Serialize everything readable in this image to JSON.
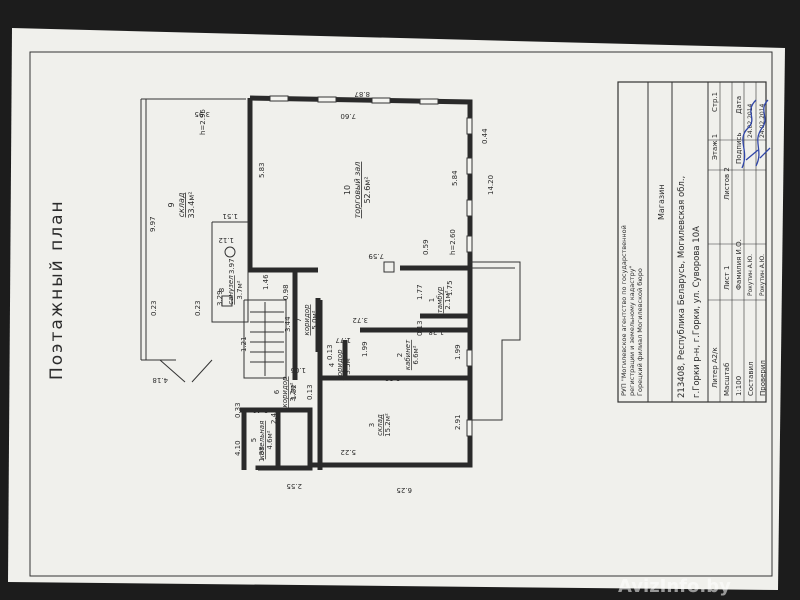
{
  "sheet": {
    "title": "Поэтажный план",
    "watermark": "AvizInfo.by",
    "colors": {
      "paper": "#f0f0ec",
      "ink": "#2b2b2b",
      "stamp": "#3046a8",
      "background": "#1c1c1c"
    }
  },
  "stamp": {
    "org": [
      "РУП \"Могилевское агентство по государственной",
      "регистрации и земельному кадастру\"",
      "Горецкий филиал Могилевской бюро"
    ],
    "object": "Магазин",
    "address": [
      "213408, Республика Беларусь, Могилевская обл.,",
      "г.Горки р-н, г.Горки, ул. Суворова 10А"
    ],
    "litera": "Литер А2/к",
    "floor": "Этаж 1",
    "sheet": "Стр.1",
    "scale_label": "Масштаб",
    "scale": "1:100",
    "sheet_no": "Лист 1",
    "sheets": "Листов 2",
    "header_surname": "Фамилия И.О.",
    "header_sign": "Подпись",
    "header_date": "Дата",
    "compiled": "Составил",
    "compiled_name": "Рокутин А.Ю.",
    "compiled_date": "24.02.2014",
    "checked": "Проверил",
    "checked_name": "Рокутин А.Ю.",
    "checked_date": "24.02.2014"
  },
  "rooms": [
    {
      "no": "1",
      "name": "тамбур",
      "area": "2.1м²"
    },
    {
      "no": "2",
      "name": "кабинет",
      "area": "6.6м²"
    },
    {
      "no": "3",
      "name": "склад",
      "area": "15.2м²"
    },
    {
      "no": "4",
      "name": "коридор",
      "area": "3.5м²"
    },
    {
      "no": "5",
      "name": "котельная",
      "area": "4.6м²"
    },
    {
      "no": "6",
      "name": "коридор",
      "area": "3.2м²"
    },
    {
      "no": "7",
      "name": "коридор",
      "area": "5.0м²"
    },
    {
      "no": "8",
      "name": "санузел",
      "area": "3.7м²"
    },
    {
      "no": "9",
      "name": "склад",
      "area": "33.4м²"
    },
    {
      "no": "10",
      "name": "торговый зал",
      "area": "52.6м²"
    }
  ],
  "heights": [
    "h=2.96",
    "h=2.60"
  ],
  "dims": {
    "d887": "8.87",
    "d760": "7.60",
    "d583": "5.83",
    "d584": "5.84",
    "d1420": "14.20",
    "d044": "0.44",
    "d759": "7.59",
    "d059": "0.59",
    "d372": "3.72",
    "d177a": "1.77",
    "d128": "1.28",
    "d175": "1.75",
    "d013a": "0.13",
    "d177b": "1.77",
    "d013b": "0.13",
    "d199a": "1.99",
    "d199b": "1.99",
    "d332": "3.32",
    "d291": "2.91",
    "d522": "5.22",
    "d625": "6.25",
    "d255": "2.55",
    "d105": "1.05",
    "d013c": "0.13",
    "d132": "1.32",
    "d245": "2.45",
    "d240": "2.40",
    "d033": "0.33",
    "d410": "4.10",
    "d188": "1.88",
    "d121": "1.21",
    "d344": "3.44",
    "d098": "0.98",
    "d146": "1.46",
    "d329": "3.29",
    "d397": "3.97",
    "d023a": "0.23",
    "d023b": "0.23",
    "d997": "9.97",
    "d395": "3.95",
    "d418": "4.18",
    "d151": "1.51",
    "d112": "1.12"
  }
}
